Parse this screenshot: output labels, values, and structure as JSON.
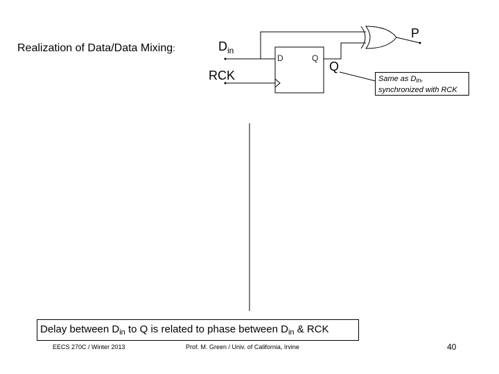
{
  "slide": {
    "heading": "Realization of Data/Data Mixing",
    "heading_suffix": ":",
    "caption": {
      "t1": "Delay between D",
      "sub1": "in",
      "t2": " to Q is related to phase between D",
      "sub2": "in",
      "t3": " & RCK"
    },
    "footer_left": "EECS 270C / Winter 2013",
    "footer_center": "Prof. M. Green / Univ. of California, Irvine",
    "page_number": "40"
  },
  "diagram": {
    "din": {
      "main": "D",
      "sub": "in"
    },
    "rck": "RCK",
    "p": "P",
    "q": "Q",
    "ff_pin_d": "D",
    "ff_pin_q": "Q",
    "note": {
      "line1_main": "Same as D",
      "line1_sub": "in",
      "line1_end": ",",
      "line2": "synchronized with RCK"
    }
  },
  "colors": {
    "ink": "#000000",
    "background": "#ffffff"
  }
}
